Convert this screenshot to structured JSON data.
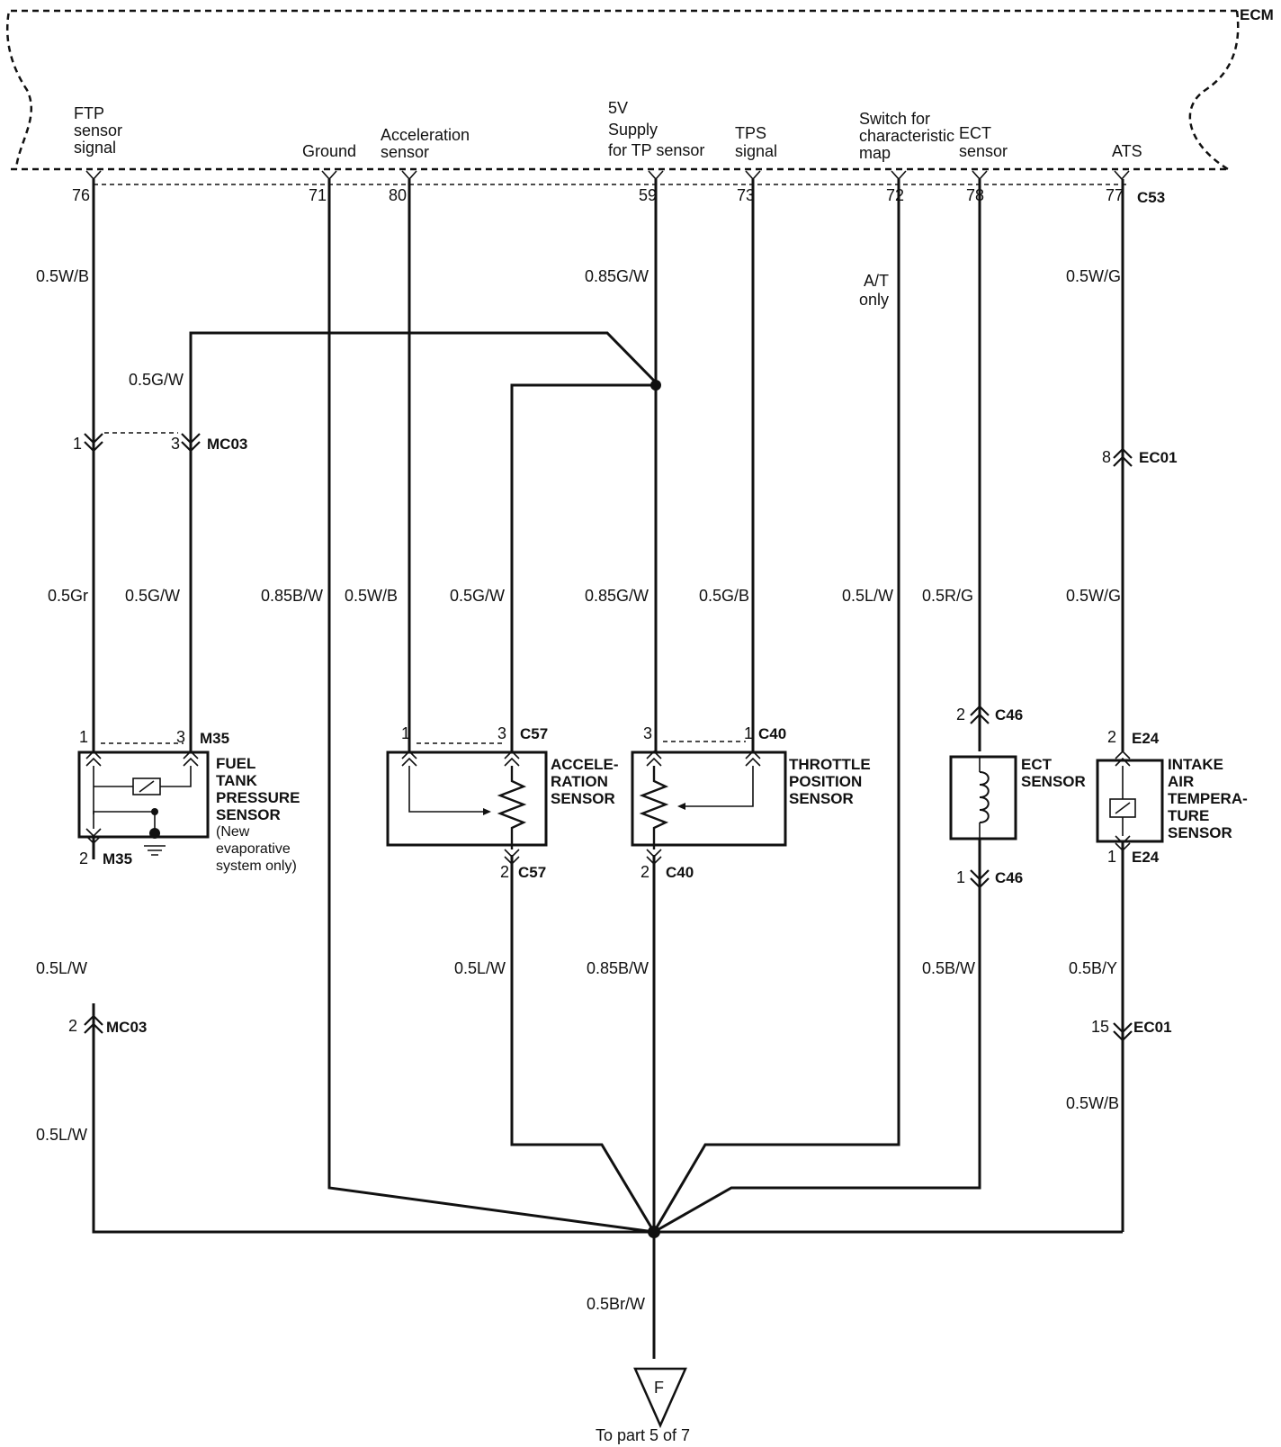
{
  "ecm": {
    "title": "ECM",
    "connector": "C53",
    "pins": [
      {
        "label": "FTP\nsensor\nsignal",
        "pin": "76"
      },
      {
        "label": "Ground",
        "pin": "71"
      },
      {
        "label": "Acceleration\nsensor",
        "pin": "80"
      },
      {
        "label": "5V\nSupply\nfor TP sensor",
        "pin": "59"
      },
      {
        "label": "TPS\nsignal",
        "pin": "73"
      },
      {
        "label": "Switch for\ncharacteristic\nmap",
        "pin": "72"
      },
      {
        "label": "ECT\nsensor",
        "pin": "78"
      },
      {
        "label": "ATS",
        "pin": "77"
      }
    ]
  },
  "note_at": "A/T\nonly",
  "wires": {
    "w76_top": "0.5W/B",
    "w59_top": "0.85G/W",
    "w77_top": "0.5W/G",
    "w_branch_gw": "0.5G/W",
    "w_ftp_mid": "0.5Gr",
    "w_mc03_3_mid": "0.5G/W",
    "w71": "0.85B/W",
    "w80": "0.5W/B",
    "w_c57_3": "0.5G/W",
    "w59_mid": "0.85G/W",
    "w73": "0.5G/B",
    "w72": "0.5L/W",
    "w78": "0.5R/G",
    "w77_mid": "0.5W/G",
    "w_m35_2a": "0.5L/W",
    "w_m35_2b": "0.5L/W",
    "w_c57_2": "0.5L/W",
    "w_c40_2": "0.85B/W",
    "w_c46_1": "0.5B/W",
    "w_e24_1": "0.5B/Y",
    "w_ec01_15": "0.5W/B",
    "w_out": "0.5Br/W"
  },
  "connectors": {
    "mc03_a": {
      "pin": "1"
    },
    "mc03_b": {
      "pin": "3",
      "name": "MC03"
    },
    "ec01_8": {
      "pin": "8",
      "name": "EC01"
    },
    "m35_1": {
      "pin": "1"
    },
    "m35_3": {
      "pin": "3",
      "name": "M35"
    },
    "m35_2": {
      "pin": "2",
      "name": "M35"
    },
    "mc03_2": {
      "pin": "2",
      "name": "MC03"
    },
    "c57_1": {
      "pin": "1"
    },
    "c57_3": {
      "pin": "3",
      "name": "C57"
    },
    "c57_2": {
      "pin": "2",
      "name": "C57"
    },
    "c40_3": {
      "pin": "3"
    },
    "c40_1": {
      "pin": "1",
      "name": "C40"
    },
    "c40_2": {
      "pin": "2",
      "name": "C40"
    },
    "c46_2": {
      "pin": "2",
      "name": "C46"
    },
    "c46_1": {
      "pin": "1",
      "name": "C46"
    },
    "e24_2": {
      "pin": "2",
      "name": "E24"
    },
    "e24_1": {
      "pin": "1",
      "name": "E24"
    },
    "ec01_15": {
      "pin": "15",
      "name": "EC01"
    }
  },
  "components": {
    "ftp": {
      "name": "FUEL\nTANK\nPRESSURE\nSENSOR",
      "note": "(New\nevaporative\nsystem only)"
    },
    "accel": {
      "name": "ACCELE-\nRATION\nSENSOR"
    },
    "tps": {
      "name": "THROTTLE\nPOSITION\nSENSOR"
    },
    "ect": {
      "name": "ECT\nSENSOR"
    },
    "iat": {
      "name": "INTAKE\nAIR\nTEMPERA-\nTURE\nSENSOR"
    }
  },
  "offpage": {
    "letter": "F",
    "caption": "To part 5 of 7"
  }
}
